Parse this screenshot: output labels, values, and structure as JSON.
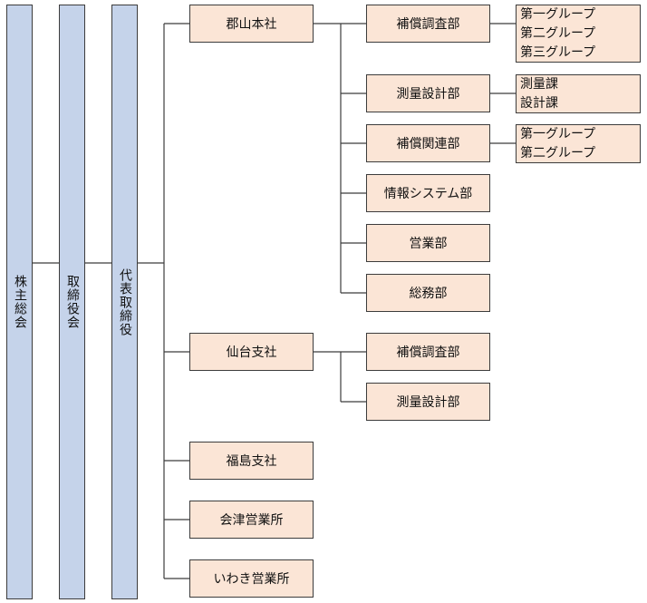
{
  "shareholders": "株主総会",
  "board": "取締役会",
  "president": "代表取締役",
  "branches": {
    "koriyama": {
      "name": "郡山本社",
      "depts": [
        "補償調査部",
        "測量設計部",
        "補償関連部",
        "情報システム部",
        "営業部",
        "総務部"
      ],
      "subs": [
        [
          "第一グループ",
          "第二グループ",
          "第三グループ"
        ],
        [
          "測量課",
          "設計課"
        ],
        [
          "第一グループ",
          "第二グループ"
        ]
      ]
    },
    "sendai": {
      "name": "仙台支社",
      "depts": [
        "補償調査部",
        "測量設計部"
      ]
    },
    "fukushima": {
      "name": "福島支社"
    },
    "aizu": {
      "name": "会津営業所"
    },
    "iwaki": {
      "name": "いわき営業所"
    }
  }
}
